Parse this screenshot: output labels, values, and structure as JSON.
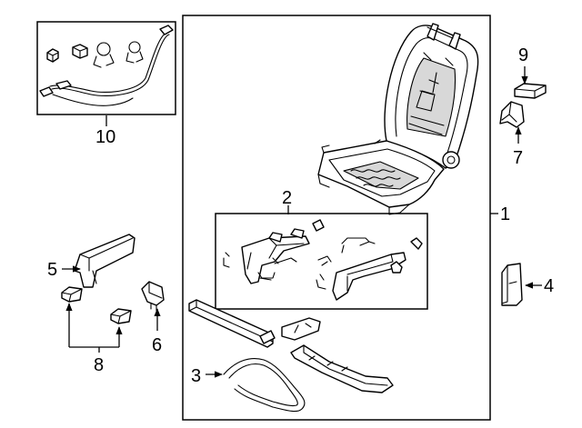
{
  "diagram": {
    "callouts": [
      "1",
      "2",
      "3",
      "4",
      "5",
      "6",
      "7",
      "8",
      "9",
      "10"
    ]
  }
}
